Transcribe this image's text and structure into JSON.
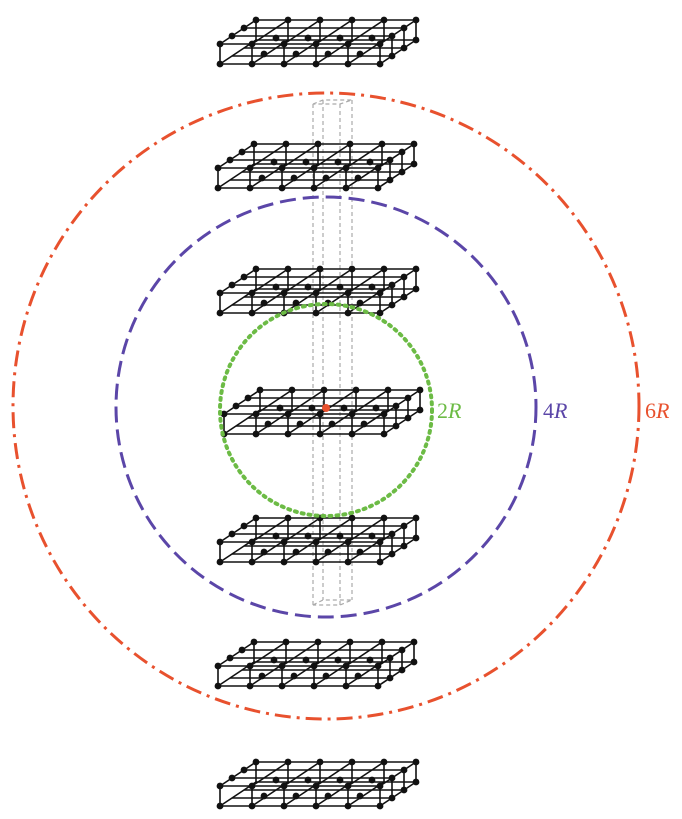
{
  "circles": [
    {
      "name": "2R",
      "num": "2",
      "var": "R",
      "color": "#6cbb45",
      "style": "dotted"
    },
    {
      "name": "4R",
      "num": "4",
      "var": "R",
      "color": "#5b46a8",
      "style": "dashed"
    },
    {
      "name": "6R",
      "num": "6",
      "var": "R",
      "color": "#e8512e",
      "style": "dash-dot"
    }
  ],
  "colors": {
    "lattice": "#111111",
    "central_atom": "#e8512e",
    "prism": "#aaaaaa"
  },
  "layers_count": 7
}
